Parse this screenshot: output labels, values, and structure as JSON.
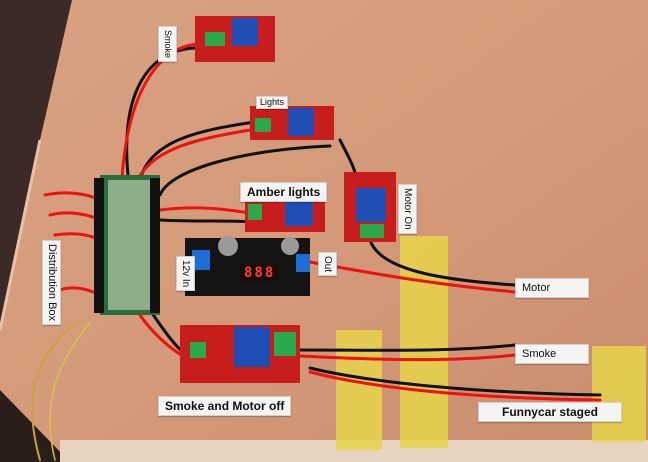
{
  "scene": {
    "labels": {
      "smoke_top": "Smoke",
      "lights": "Lights",
      "amber_lights": "Amber lights",
      "motor_on": "Motor On",
      "distribution_board": "Distribution Box",
      "v12": "12v In",
      "out": "Out",
      "motor": "Motor",
      "smoke": "Smoke",
      "smoke_motor_off": "Smoke and Motor off",
      "funnycar_staged": "Funnycar staged"
    },
    "display_value": "888"
  }
}
